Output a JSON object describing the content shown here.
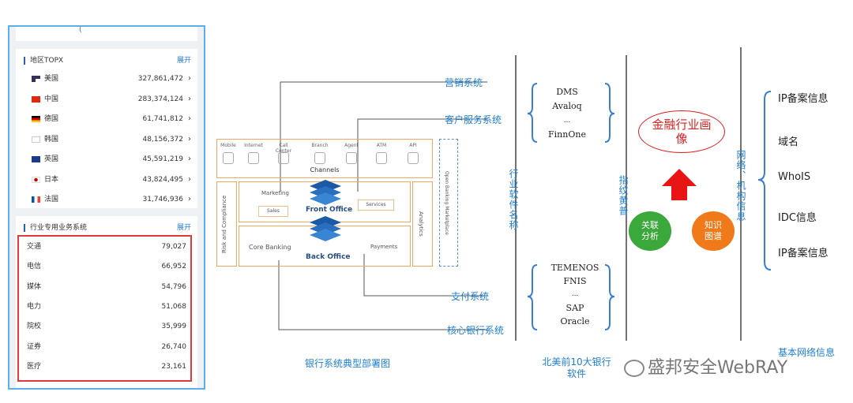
{
  "left_panel": {
    "region_card": {
      "title": "地区TOPX",
      "more": "展开",
      "rows": [
        {
          "name": "美国",
          "value": "327,861,472",
          "flag": "us"
        },
        {
          "name": "中国",
          "value": "283,374,124",
          "flag": "cn"
        },
        {
          "name": "德国",
          "value": "61,741,812",
          "flag": "de"
        },
        {
          "name": "韩国",
          "value": "48,156,372",
          "flag": "kr"
        },
        {
          "name": "英国",
          "value": "45,591,219",
          "flag": "gb"
        },
        {
          "name": "日本",
          "value": "43,824,495",
          "flag": "jp"
        },
        {
          "name": "法国",
          "value": "31,746,936",
          "flag": "fr"
        }
      ],
      "chevron": "›"
    },
    "industry_card": {
      "title": "行业专用业务系统",
      "more": "展开",
      "rows": [
        {
          "name": "交通",
          "value": "79,027"
        },
        {
          "name": "电信",
          "value": "66,952"
        },
        {
          "name": "媒体",
          "value": "54,796"
        },
        {
          "name": "电力",
          "value": "51,068"
        },
        {
          "name": "院校",
          "value": "35,999"
        },
        {
          "name": "证券",
          "value": "26,740"
        },
        {
          "name": "医疗",
          "value": "23,161"
        }
      ]
    },
    "highlight_color": "#e03b3b"
  },
  "bank_diagram": {
    "channels": [
      "Mobile",
      "Internet",
      "Call Center",
      "Branch",
      "Agent",
      "ATM",
      "API"
    ],
    "channels_label": "Channels",
    "risk_label": "Risk and Compliance",
    "front_office": {
      "label": "Front Office",
      "marketing": "Marketing",
      "sales": "Sales",
      "services": "Services"
    },
    "back_office": {
      "label": "Back Office",
      "core_banking": "Core Banking",
      "payments": "Payments"
    },
    "analytics": "Analytics",
    "marketplace": "Open Banking Marketplace",
    "callouts": {
      "marketing_sys": "营销系统",
      "customer_sys": "客户服务系统",
      "payment_sys": "支付系统",
      "core_sys": "核心银行系统"
    },
    "caption": "银行系统典型部署图",
    "accent": "#f0a860"
  },
  "software": {
    "vertical_label": "行业软件名称",
    "group1": [
      "DMS",
      "Avaloq",
      "...",
      "FinnOne"
    ],
    "group2": [
      "TEMENOS",
      "FNIS",
      "...",
      "SAP",
      "Oracle"
    ],
    "caption_line1": "北美前10大银行",
    "caption_line2": "软件"
  },
  "portrait": {
    "vertical_label": "指纹黄普",
    "title_line1": "金融行业画",
    "title_line2": "像",
    "left_circle_line1": "关联",
    "left_circle_line2": "分析",
    "right_circle_line1": "知识",
    "right_circle_line2": "图谱",
    "red": "#e02020",
    "green": "#3aa83a",
    "orange": "#f07a1a"
  },
  "network": {
    "vertical_label": "网络、机构信息",
    "items": [
      "IP备案信息",
      "域名",
      "WhoIS",
      "IDC信息",
      "IP备案信息"
    ],
    "caption": "基本网络信息"
  },
  "watermark": "盛邦安全WebRAY"
}
